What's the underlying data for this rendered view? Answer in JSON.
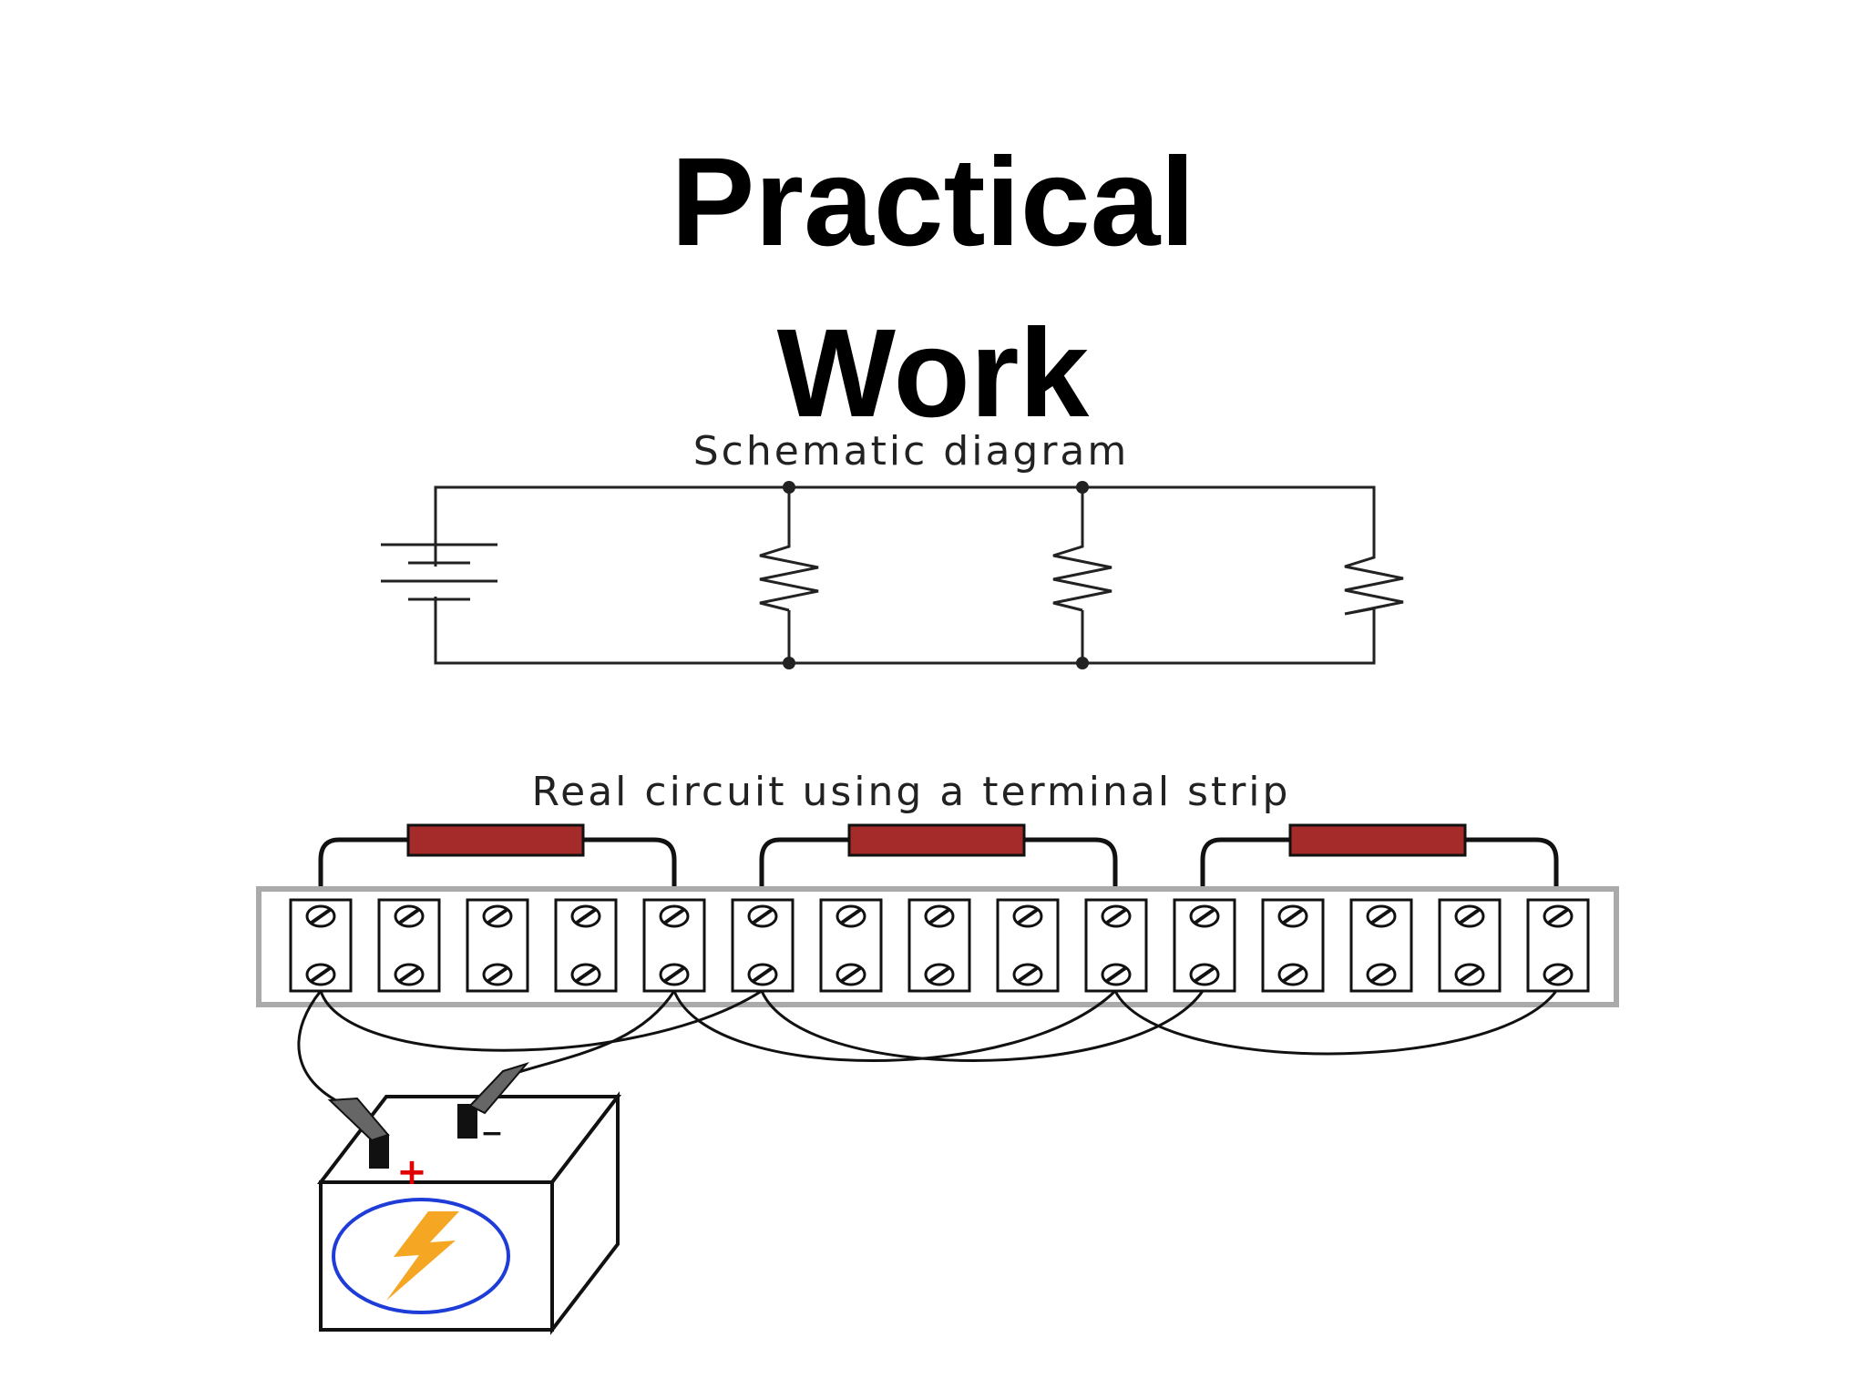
{
  "title": {
    "line1": "Practical",
    "line2": "Work"
  },
  "schematic": {
    "caption": "Schematic diagram",
    "components": [
      "battery",
      "resistor",
      "resistor",
      "resistor"
    ]
  },
  "real_circuit": {
    "caption": "Real circuit using a terminal strip",
    "terminal_count": 15,
    "resistor_count": 3,
    "battery": {
      "positive_symbol": "+",
      "negative_symbol": "−",
      "icon": "lightning-bolt-icon"
    }
  },
  "colors": {
    "resistor_body": "#a52a2a",
    "battery_ring": "#1e3cd7",
    "bolt": "#f5a623",
    "positive_mark": "#e00000",
    "strip_border": "#aaaaaa"
  }
}
